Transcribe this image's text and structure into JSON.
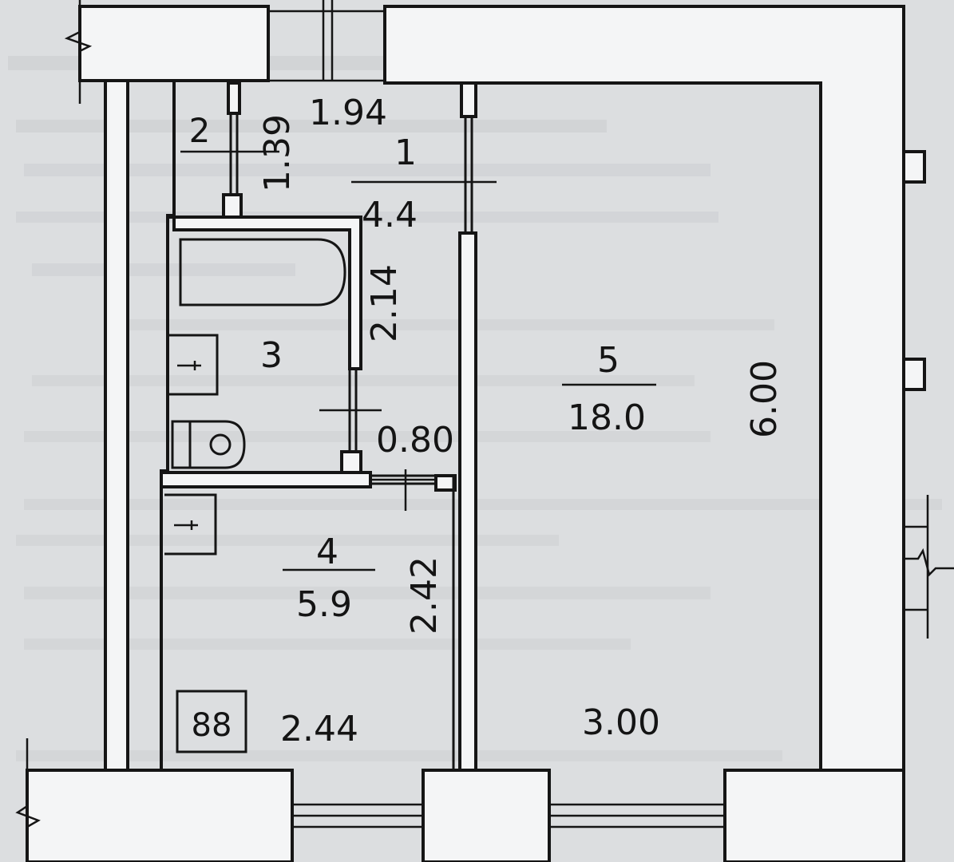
{
  "rooms": [
    {
      "id": "1",
      "number": "1",
      "area": "4.4"
    },
    {
      "id": "2",
      "number": "2"
    },
    {
      "id": "3",
      "number": "3"
    },
    {
      "id": "4",
      "number": "4",
      "area": "5.9"
    },
    {
      "id": "5",
      "number": "5",
      "area": "18.0"
    }
  ],
  "dimensions": {
    "corridor_width": "1.94",
    "closet_depth": "1.39",
    "bath_length": "2.14",
    "bath_door": "0.80",
    "kitchen_length": "2.42",
    "kitchen_width": "2.44",
    "room_length": "6.00",
    "room_width": "3.00"
  },
  "stove_symbol": "88",
  "colors": {
    "paper": "#dcdee0",
    "ink": "#151515",
    "wall_fill": "#f4f5f6"
  }
}
